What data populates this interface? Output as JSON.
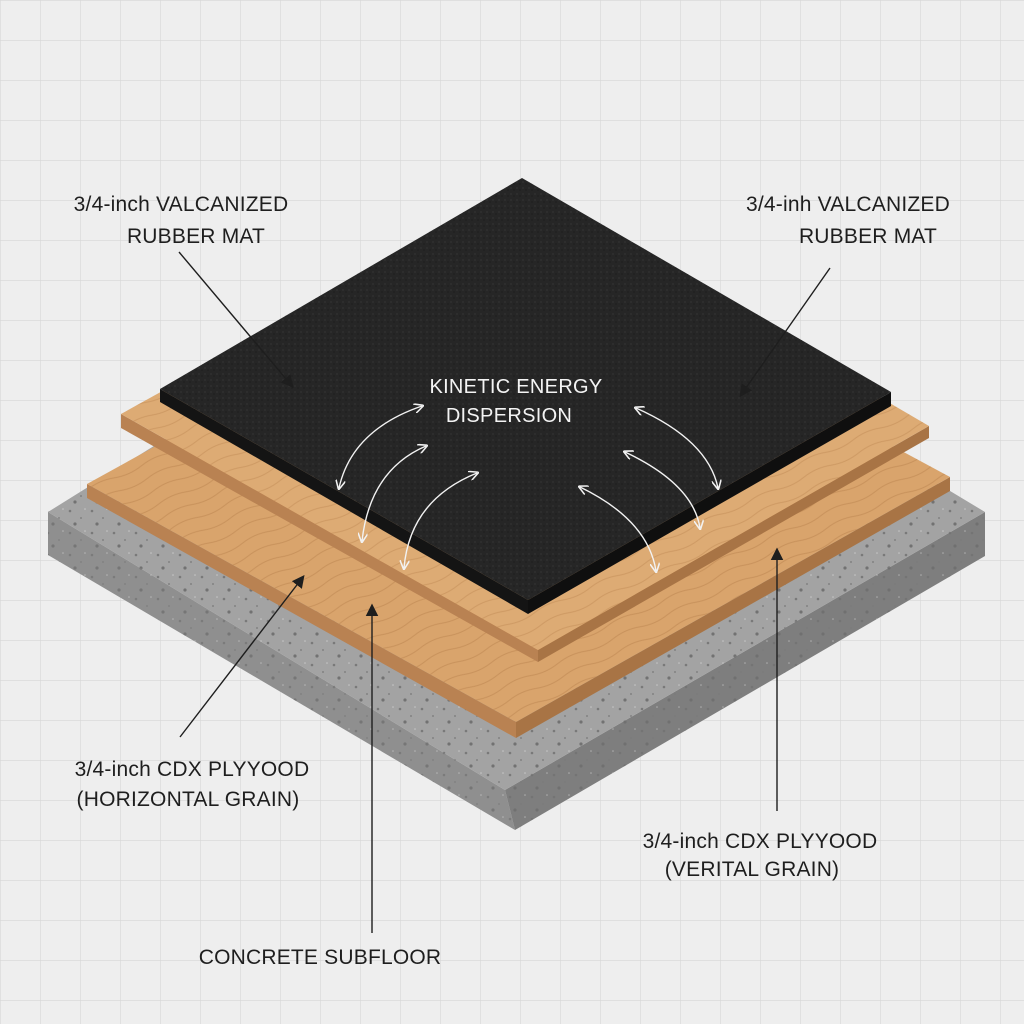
{
  "labels": {
    "rubber_left": [
      "3/4-inch VALCANIZED",
      "RUBBER MAT"
    ],
    "rubber_right": [
      "3/4-inh VALCANIZED",
      "RUBBER MAT"
    ],
    "center": [
      "KINETIC ENERGY",
      "DISPERSION"
    ],
    "plywood_left": [
      "3/4-inch CDX PLYYOOD",
      "(HORIZONTAL GRAIN)"
    ],
    "plywood_right": [
      "3/4-inch CDX PLYYOOD",
      "(VERITAL GRAIN)"
    ],
    "concrete": [
      "CONCRETE SUBFLOOR"
    ]
  },
  "colors": {
    "background": "#eeeeee",
    "grid": "#d6d6d6",
    "rubber_top": "#262626",
    "rubber_side": "#141414",
    "plywood_top": "#d9a46c",
    "plywood_side": "#b98252",
    "concrete_top": "#a3a3a3",
    "concrete_side": "#8c8c8c",
    "label_text": "#1e1e1e",
    "center_text": "#f4f4f4"
  }
}
